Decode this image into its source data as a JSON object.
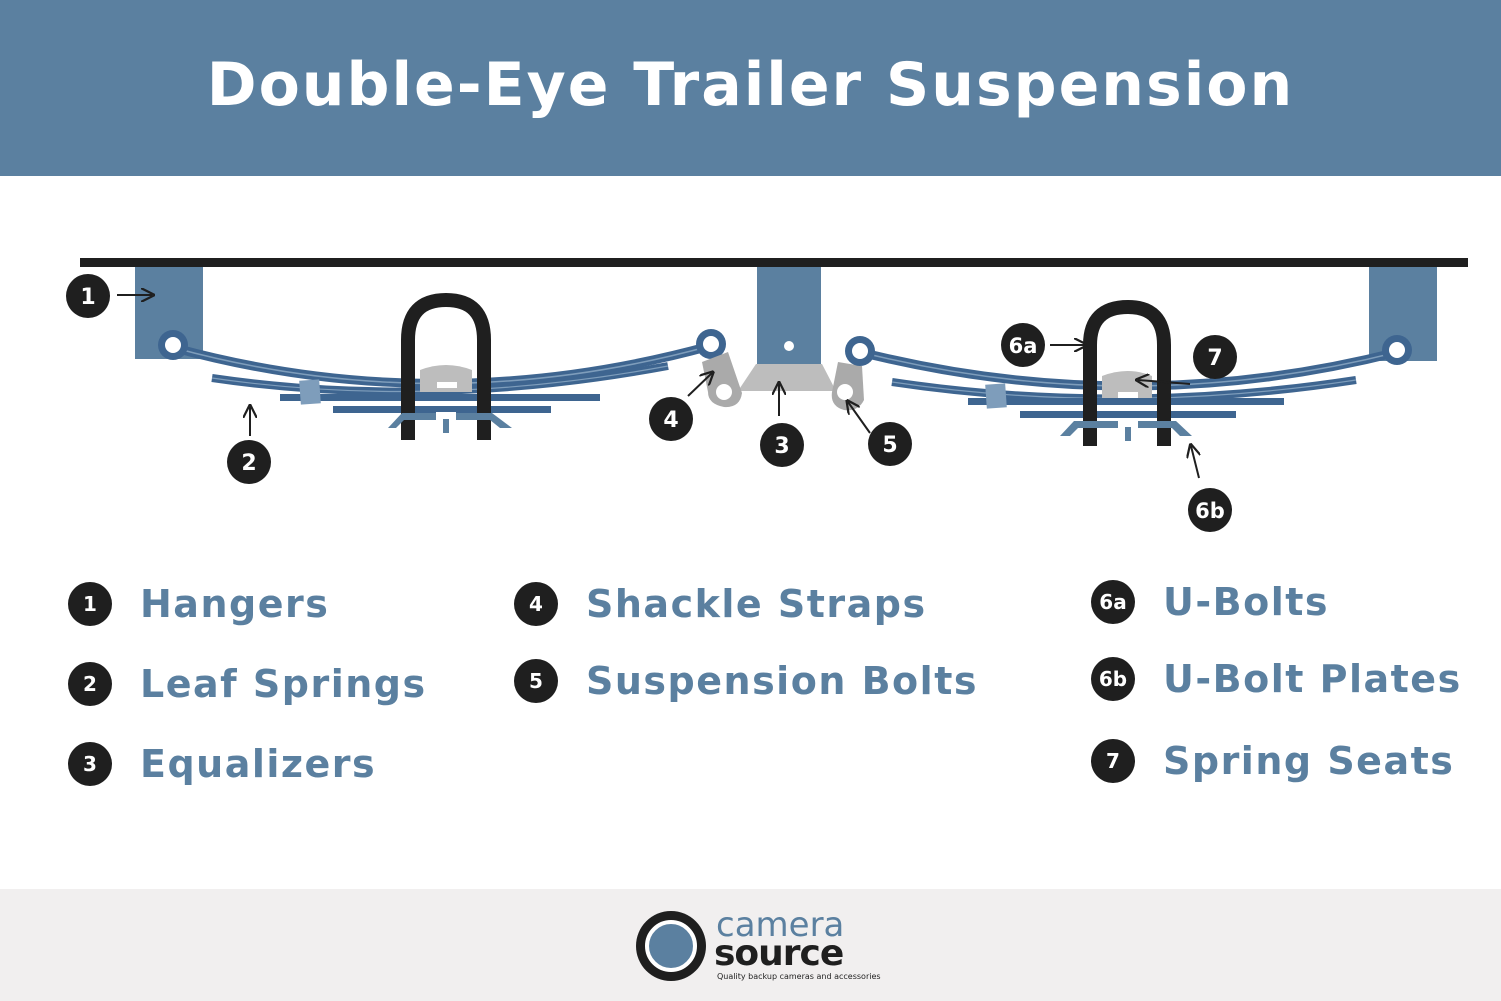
{
  "header": {
    "title": "Double-Eye Trailer Suspension"
  },
  "colors": {
    "blue": "#5b80a0",
    "spring_blue": "#3e6590",
    "black": "#1f1f1f",
    "gray": "#bdbdbd",
    "footer_bg": "#f1efef"
  },
  "callouts": [
    {
      "id": "1",
      "label": "1"
    },
    {
      "id": "2",
      "label": "2"
    },
    {
      "id": "3",
      "label": "3"
    },
    {
      "id": "4",
      "label": "4"
    },
    {
      "id": "5",
      "label": "5"
    },
    {
      "id": "6a",
      "label": "6a"
    },
    {
      "id": "6b",
      "label": "6b"
    },
    {
      "id": "7",
      "label": "7"
    }
  ],
  "legend": [
    {
      "badge": "1",
      "label": "Hangers"
    },
    {
      "badge": "2",
      "label": "Leaf Springs"
    },
    {
      "badge": "3",
      "label": "Equalizers"
    },
    {
      "badge": "4",
      "label": "Shackle Straps"
    },
    {
      "badge": "5",
      "label": "Suspension Bolts"
    },
    {
      "badge": "6a",
      "label": "U-Bolts"
    },
    {
      "badge": "6b",
      "label": "U-Bolt Plates"
    },
    {
      "badge": "7",
      "label": "Spring Seats"
    }
  ],
  "logo": {
    "word1": "camera",
    "word2": "source",
    "tagline": "Quality backup cameras and accessories"
  }
}
